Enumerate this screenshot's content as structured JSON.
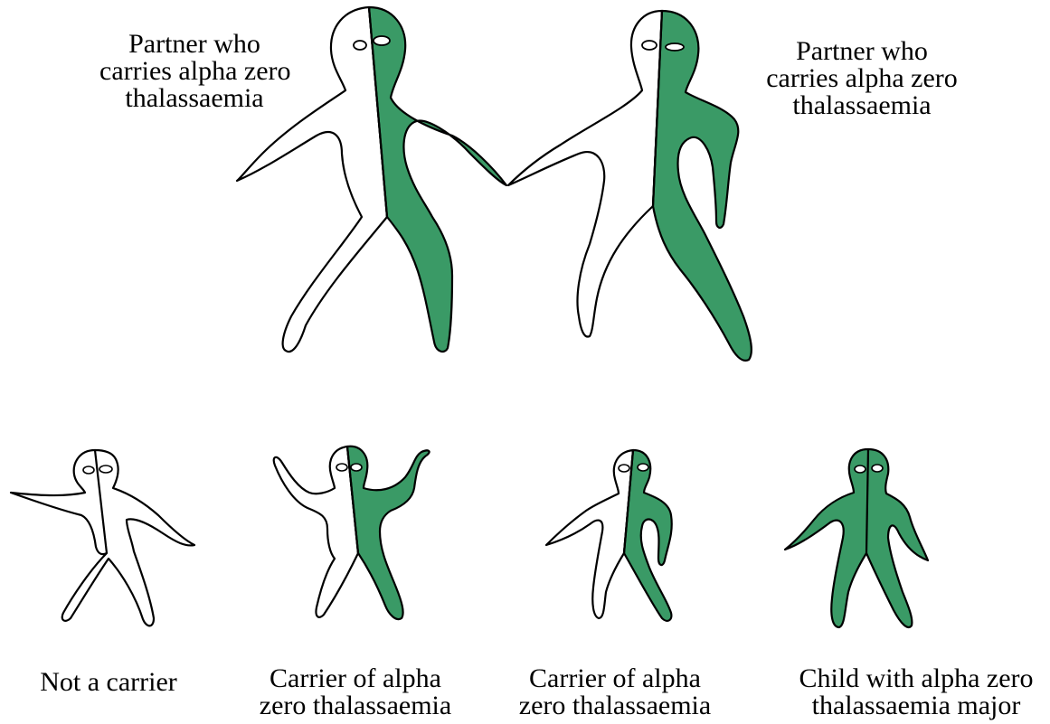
{
  "colors": {
    "affected": "#3a9a66",
    "unaffected": "#ffffff",
    "outline": "#000000"
  },
  "parents": [
    {
      "lines": [
        "Partner who",
        "carries alpha zero",
        "thalassaemia"
      ]
    },
    {
      "lines": [
        "Partner who",
        "carries alpha zero",
        "thalassaemia"
      ]
    }
  ],
  "children": [
    {
      "lines": [
        "Not a carrier"
      ],
      "shading": "none"
    },
    {
      "lines": [
        "Carrier of alpha",
        "zero thalassaemia"
      ],
      "shading": "right-half"
    },
    {
      "lines": [
        "Carrier of alpha",
        "zero thalassaemia"
      ],
      "shading": "right-half"
    },
    {
      "lines": [
        "Child with alpha zero",
        "thalassaemia major"
      ],
      "shading": "full"
    }
  ]
}
